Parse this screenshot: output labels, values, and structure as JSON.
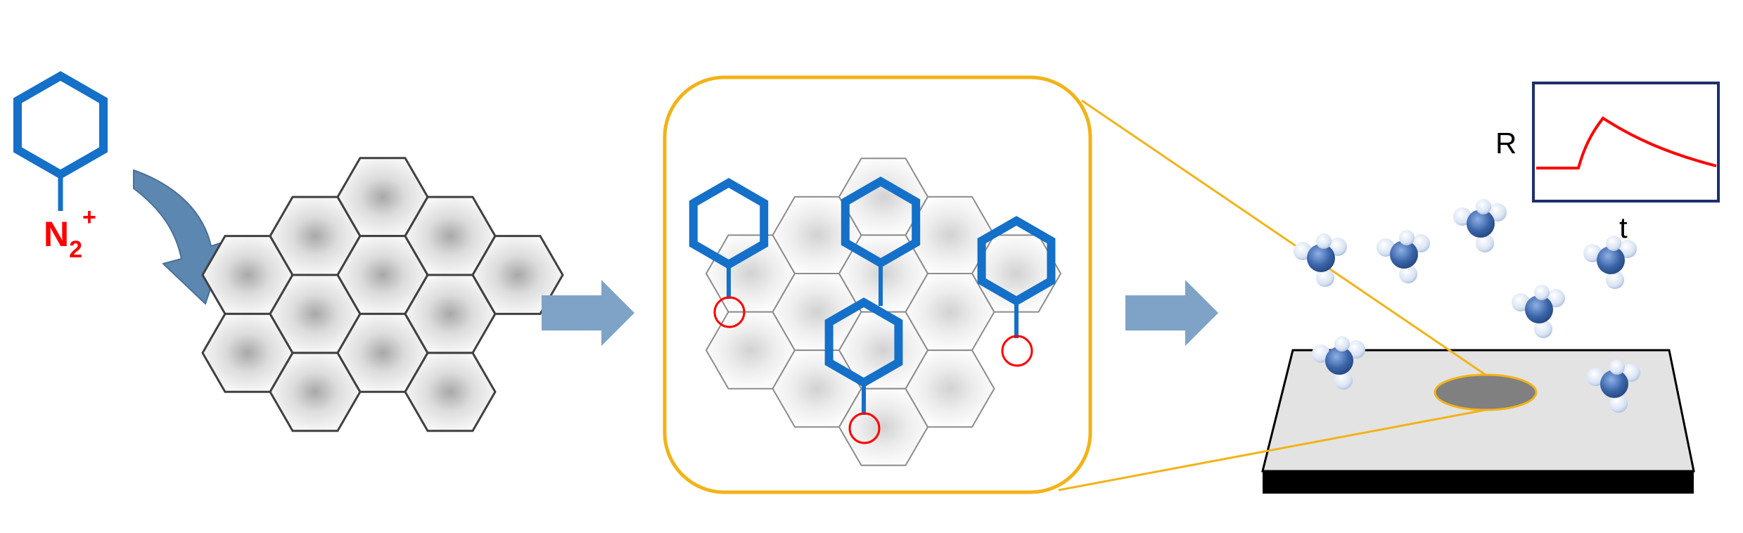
{
  "reagent": {
    "label_main": "N",
    "label_sub": "2",
    "label_sup": "+"
  },
  "inset_plot": {
    "y_label": "R",
    "x_label": "t"
  },
  "colors": {
    "benzene_blue": "#1470c8",
    "reagent_red": "#ff0000",
    "lattice_gray": "#8c8c8c",
    "lattice_dark": "#404040",
    "arrow_blue": "#7fa3c6",
    "curved_arrow": "#5b87b0",
    "highlight_gold": "#f2b318",
    "molecule_blue": "#3a64a8",
    "surface_gray": "#e3e3e3",
    "spot_gray": "#808080",
    "substrate_black": "#000000"
  },
  "icons": [
    "benzene-ring-icon",
    "curved-arrow-icon",
    "process-arrow-icon",
    "ammonia-molecule-icon"
  ]
}
